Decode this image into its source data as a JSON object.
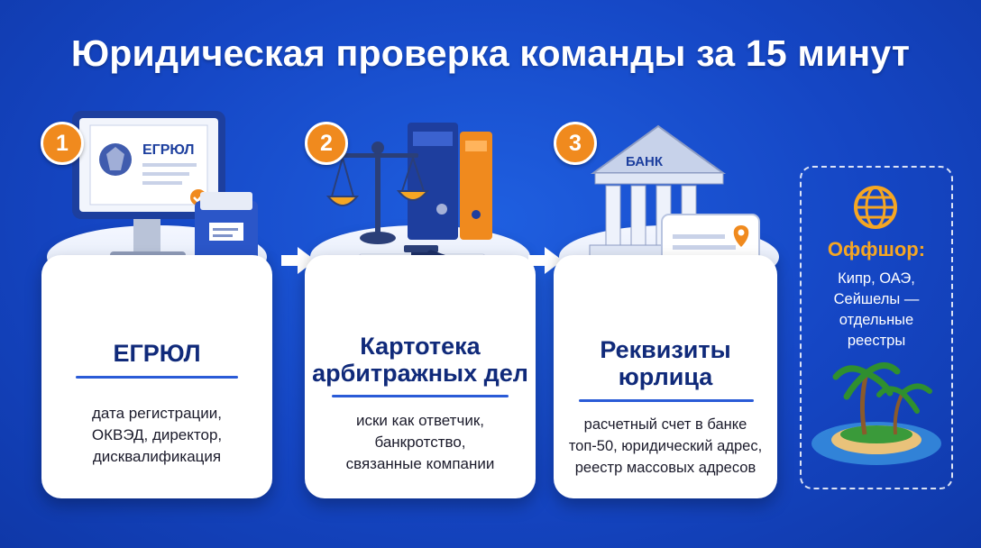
{
  "title": "Юридическая проверка команды за 15 минут",
  "steps": [
    {
      "number": "1",
      "title_lines": [
        "ЕГРЮЛ"
      ],
      "screen_label": "ЕГРЮЛ",
      "body_lines": [
        "дата регистрации,",
        "ОКВЭД, директор,",
        "дисквалификация"
      ]
    },
    {
      "number": "2",
      "title_lines": [
        "Картотека",
        "арбитражных дел"
      ],
      "body_lines": [
        "иски как ответчик,",
        "банкротство,",
        "связанные компании"
      ]
    },
    {
      "number": "3",
      "title_lines": [
        "Реквизиты",
        "юрлица"
      ],
      "bank_label": "БАНК",
      "body_lines": [
        "расчетный счет в банке",
        "топ-50, юридический адрес,",
        "реестр массовых адресов"
      ]
    }
  ],
  "offshore": {
    "title": "Оффшор:",
    "body_lines": [
      "Кипр, ОАЭ,",
      "Сейшелы —",
      "отдельные",
      "реестры"
    ]
  },
  "icons": {
    "step1": "monitor-registry-icon",
    "step2": "scales-gavel-icon",
    "step3": "bank-building-icon",
    "offshore": [
      "globe-icon",
      "palm-island-icon"
    ]
  },
  "colors": {
    "background": "#1546c4",
    "accent": "#f08a1e",
    "card_title": "#102a7a",
    "offshore_title": "#f5a623"
  }
}
